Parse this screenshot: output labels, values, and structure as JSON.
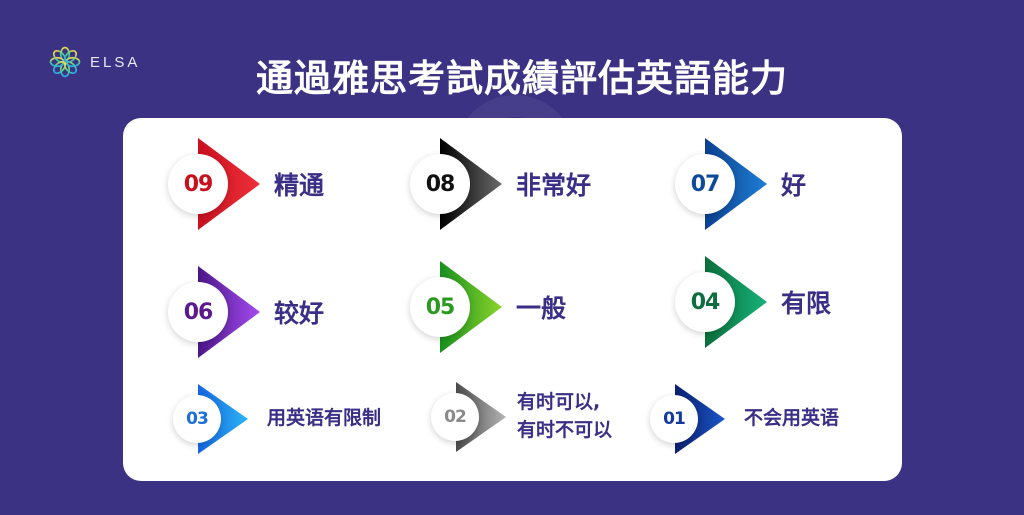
{
  "brand": {
    "logo_icon": "elsa-flower-icon",
    "name": "ELSA"
  },
  "header": {
    "title": "通過雅思考試成績評估英語能力"
  },
  "levels": [
    {
      "score": "09",
      "label": "精通",
      "color_dark": "#c8101e",
      "color_light": "#f0303a",
      "num_color": "#c8101e"
    },
    {
      "score": "08",
      "label": "非常好",
      "color_dark": "#000000",
      "color_light": "#6a6a6a",
      "num_color": "#111111"
    },
    {
      "score": "07",
      "label": "好",
      "color_dark": "#0b3f8f",
      "color_light": "#1f7fd6",
      "num_color": "#0d4a9a"
    },
    {
      "score": "06",
      "label": "较好",
      "color_dark": "#4b1688",
      "color_light": "#a54bf0",
      "num_color": "#5a1b8f"
    },
    {
      "score": "05",
      "label": "一般",
      "color_dark": "#17901f",
      "color_light": "#8cd42a",
      "num_color": "#2c9a20"
    },
    {
      "score": "04",
      "label": "有限",
      "color_dark": "#0b6e3a",
      "color_light": "#17b27a",
      "num_color": "#0e6e40"
    },
    {
      "score": "03",
      "label": "用英语有限制",
      "color_dark": "#1565e0",
      "color_light": "#2ab4f5",
      "num_color": "#1c6fd8"
    },
    {
      "score": "02",
      "label": "有时可以,",
      "label2": "有时不可以",
      "color_dark": "#4a4a4a",
      "color_light": "#b5b5b5",
      "num_color": "#8a8a8a"
    },
    {
      "score": "01",
      "label": "不会用英语",
      "color_dark": "#0a1f6e",
      "color_light": "#1a56c8",
      "num_color": "#123a9a"
    }
  ],
  "colors": {
    "background": "#3b3283",
    "card": "#ffffff",
    "label_text": "#3b2e86"
  }
}
